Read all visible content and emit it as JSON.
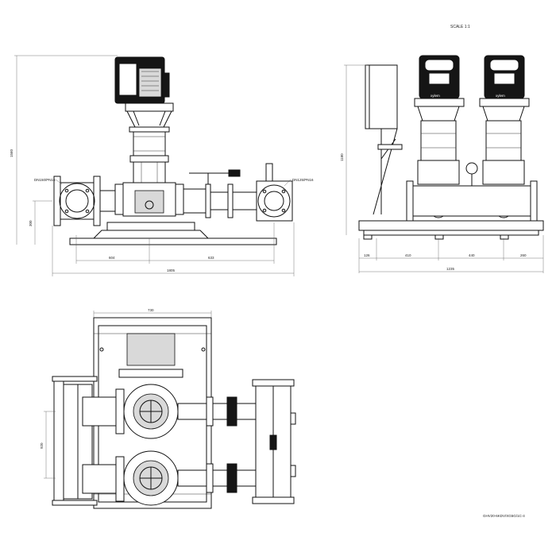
{
  "scale_label": "SCALE 1:1",
  "drawing_number": "GHV20-6KDV/XG5G/1C-4",
  "brand": "xylem",
  "front_view": {
    "inlet_label": "DN150/PN16",
    "outlet_label": "DN125/PN16",
    "dim_height_total": "1560",
    "dim_height_axis": "300",
    "dim_left_half": "604",
    "dim_right_half": "633",
    "dim_total_length": "1805"
  },
  "side_view": {
    "dim_height": "1180",
    "dim_segment_1": "126",
    "dim_segment_2": "410",
    "dim_segment_3": "440",
    "dim_segment_4": "260",
    "dim_total_length": "1235"
  },
  "top_view": {
    "dim_width": "730",
    "dim_height": "920"
  }
}
